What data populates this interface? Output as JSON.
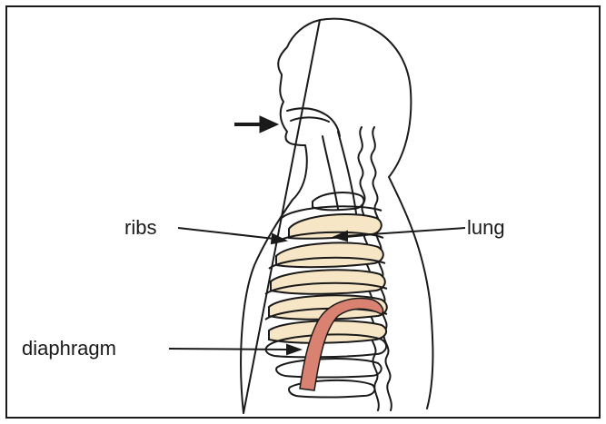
{
  "labels": {
    "ribs": "ribs",
    "lung": "lung",
    "diaphragm": "diaphragm"
  },
  "colors": {
    "outline": "#1a1a1a",
    "lung_fill": "#f6e6c6",
    "diaphragm_fill": "#d98272",
    "background": "#ffffff"
  }
}
